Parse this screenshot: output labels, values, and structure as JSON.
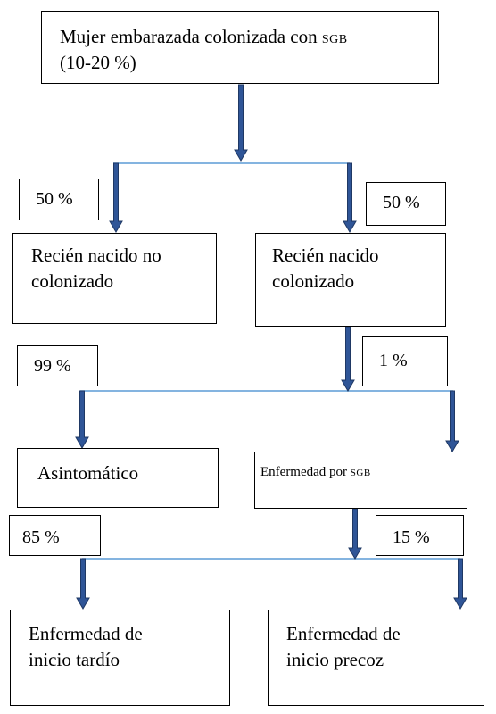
{
  "nodes": {
    "root": {
      "prefix": "Mujer embarazada colonizada con ",
      "abbr": "SGB",
      "line2": "(10-20 %)"
    },
    "no_colonizado": {
      "line1": "Recién nacido no",
      "line2": "colonizado"
    },
    "colonizado": {
      "line1": "Recién nacido",
      "line2": "colonizado"
    },
    "asintomatico": {
      "text": "Asintomático"
    },
    "enfermedad_sgb": {
      "prefix": "Enfermedad por ",
      "abbr": "SGB"
    },
    "tardio": {
      "line1": "Enfermedad de",
      "line2": "inicio tardío"
    },
    "precoz": {
      "line1": "Enfermedad de",
      "line2": "inicio precoz"
    }
  },
  "percentages": {
    "no_colonizado": "50 %",
    "colonizado": "50 %",
    "asintomatico": "99 %",
    "enfermedad_sgb": "1 %",
    "tardio": "85 %",
    "precoz": "15 %"
  },
  "colors": {
    "arrow_fill": "#2F5597",
    "arrow_stroke": "#1F3864",
    "connector": "#5B9BD5",
    "box_border": "#000000"
  }
}
